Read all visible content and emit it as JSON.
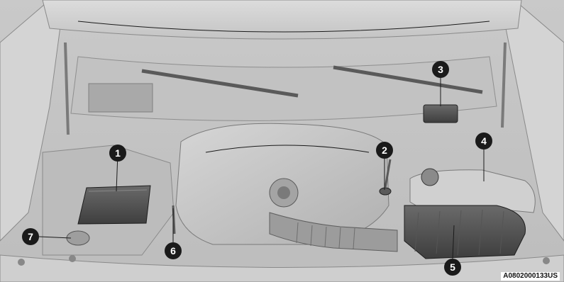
{
  "figure": {
    "image_id": "A0802000133US",
    "callouts": [
      {
        "number": "1"
      },
      {
        "number": "2"
      },
      {
        "number": "3"
      },
      {
        "number": "4"
      },
      {
        "number": "5"
      },
      {
        "number": "6"
      },
      {
        "number": "7"
      }
    ]
  }
}
